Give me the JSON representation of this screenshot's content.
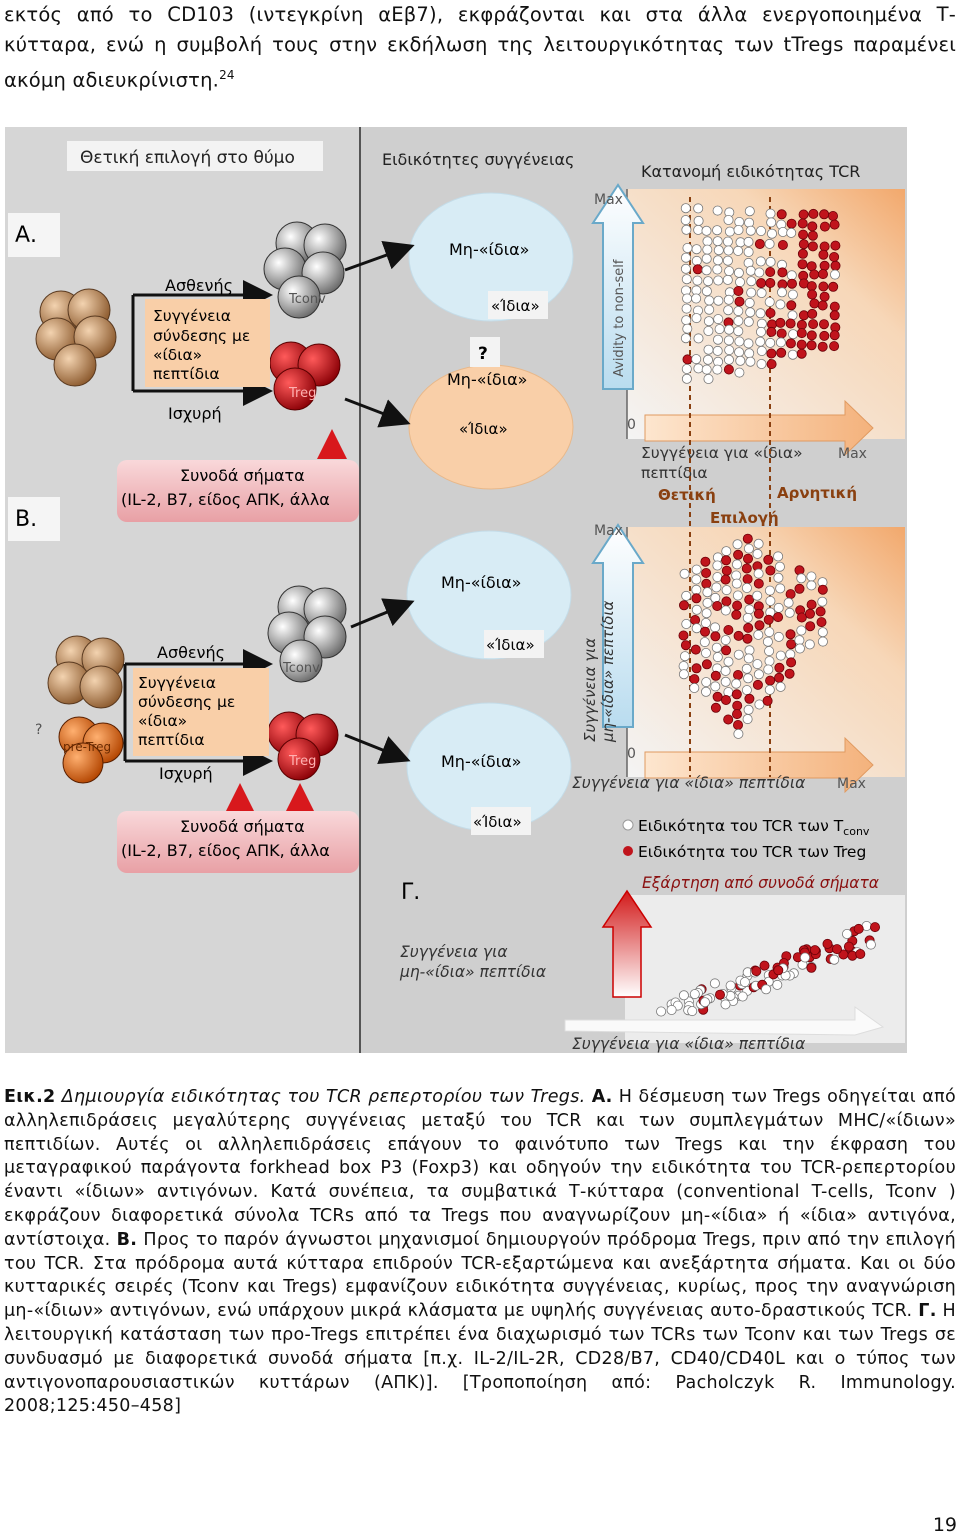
{
  "intro_text": "εκτός από το CD103 (ιντεγκρίνη αΕβ7), εκφράζονται και στα άλλα ενεργοποιημένα Τ-κύτταρα, ενώ η συμβολή τους στην εκδήλωση της λειτουργικότητας των tTregs παραμένει ακόμη αδιευκρίνιστη.",
  "intro_ref": "24",
  "figure": {
    "header_left": "Θετική επιλογή στο θύμο",
    "header_mid": "Ειδικότητες συγγένειας",
    "header_right": "Κατανομή ειδικότητας TCR",
    "panel_a": "Α.",
    "panel_b": "Β.",
    "panel_c": "Γ.",
    "weak": "Ασθενής",
    "strong": "Ισχυρή",
    "affinity_box": [
      "Συγγένεια",
      "σύνδεσης με",
      "«ίδια»",
      "πεπτίδια"
    ],
    "costim_title": "Συνοδά σήματα",
    "costim_detail": "(IL-2, B7, είδος ΑΠΚ, άλλα",
    "tconv": "Tconv",
    "treg": "Treg",
    "pretreg": "pre-Treg",
    "question": "?",
    "non_self": "Μη-«ίδια»",
    "self": "«Ίδια»",
    "max": "Max",
    "zero": "0",
    "avidity": "Avidity to non-self",
    "self_affinity_a": "Συγγένεια για «ίδια»",
    "self_affinity_a2": "πεπτίδια",
    "positive": "Θετική",
    "negative": "Αρνητική",
    "selection": "Επιλογή",
    "nonself_affinity_b1": "Συγγένεια για",
    "nonself_affinity_b2": "μη-«ίδια» πεπτίδια",
    "self_affinity_b": "Συγγένεια για «ίδια» πεπτίδια",
    "legend_tconv": "Ειδικότητα του TCR των T",
    "legend_tconv_sub": "conv",
    "legend_treg": "Ειδικότητα του TCR των Treg",
    "costim_dependence": "Εξάρτηση από συνοδά σήματα",
    "nonself_affinity_c1": "Συγγένεια για",
    "nonself_affinity_c2": "μη-«ίδια» πεπτίδια",
    "self_affinity_c": "Συγγένεια για «ίδια» πεπτίδια",
    "colors": {
      "treg_red": "#c0141c",
      "tconv_white": "#ffffff",
      "bg_grey": "#d9d9d9",
      "peach": "#f9cfa8",
      "lightblue": "#d6ebf5",
      "pink": "#f6c9cc"
    }
  },
  "caption": {
    "fig_label": "Εικ.2",
    "fig_title": "Δημιουργία ειδικότητας του TCR ρεπερτορίου των Tregs.",
    "a_label": "Α.",
    "a_text": "Η δέσμευση των Tregs οδηγείται από αλληλεπιδράσεις μεγαλύτερης συγγένειας μεταξύ του TCR και των συμπλεγμάτων MHC/«ίδιων» πεπτιδίων. Αυτές οι αλληλεπιδράσεις επάγουν το φαινότυπο των Tregs και την έκφραση του μεταγραφικού παράγοντα forkhead box P3 (Foxp3) και οδηγούν την ειδικότητα του TCR-ρεπερτορίου έναντι «ίδιων» αντιγόνων. Κατά συνέπεια, τα συμβατικά Τ-κύτταρα (conventional T-cells, Tconv ) εκφράζουν διαφορετικά σύνολα TCRs από τα Tregs που αναγνωρίζουν μη-«ίδια» ή «ίδια» αντιγόνα, αντίστοιχα.",
    "b_label": "Β.",
    "b_text": "Προς το παρόν άγνωστοι μηχανισμοί δημιουργούν πρόδρομα Tregs, πριν από την επιλογή του TCR. Στα πρόδρομα αυτά κύτταρα επιδρούν TCR-εξαρτώμενα και ανεξάρτητα σήματα. Και οι δύο κυτταρικές σειρές (Tconv και Tregs) εμφανίζουν ειδικότητα συγγένειας, κυρίως, προς την αναγνώριση μη-«ίδιων» αντιγόνων, ενώ υπάρχουν μικρά κλάσματα με υψηλής συγγένειας αυτο-δραστικούς TCR.",
    "c_label": "Γ.",
    "c_text": "Η λειτουργική κατάσταση των προ-Tregs επιτρέπει ένα διαχωρισμό των TCRs των Tconv και των Tregs σε συνδυασμό με διαφορετικά συνοδά σήματα [π.χ. IL-2/IL-2R, CD28/B7, CD40/CD40L και ο τύπος των αντιγονοπαρουσιαστικών κυττάρων (ΑΠΚ)]. [Τροποποίηση από: Pacholczyk R. Immunology. 2008;125:450–458]"
  },
  "page_number": "19"
}
